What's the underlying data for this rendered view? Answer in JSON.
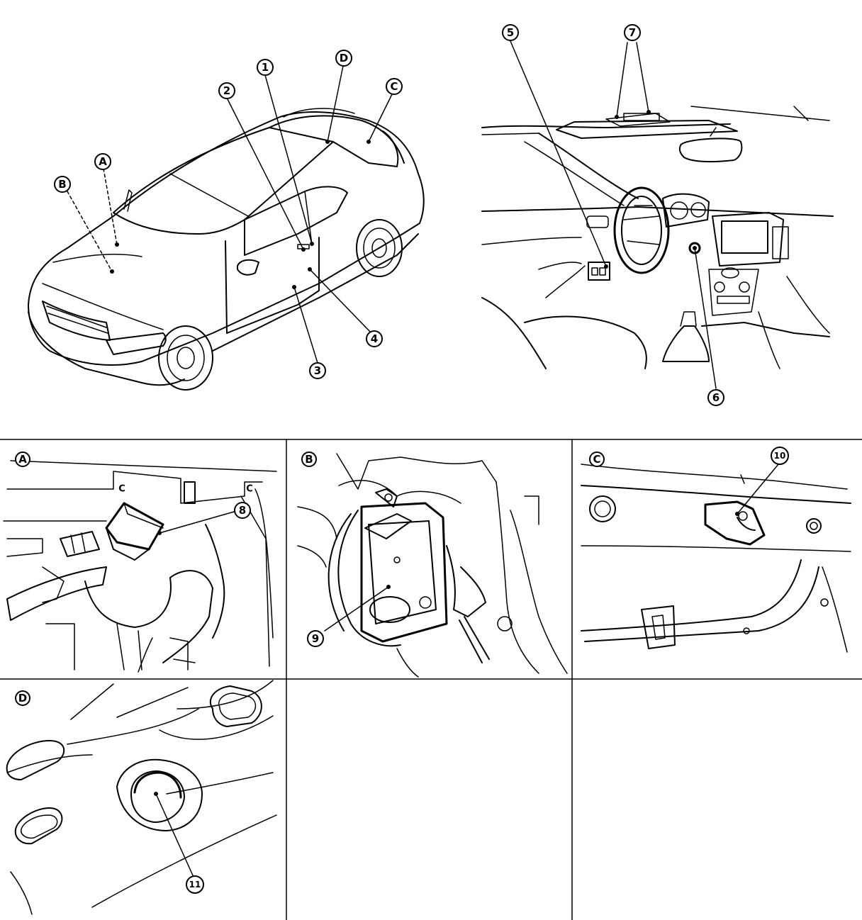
{
  "overview_callouts": {
    "c1": "1",
    "c2": "2",
    "c3": "3",
    "c4": "4",
    "c5": "5",
    "c6": "6",
    "c7": "7",
    "ca": "A",
    "cb": "B",
    "cc": "C",
    "cd": "D"
  },
  "panels": {
    "a": {
      "label": "A",
      "callout": "8"
    },
    "b": {
      "label": "B",
      "callout": "9"
    },
    "c": {
      "label": "C",
      "callout": "10"
    },
    "d": {
      "label": "D",
      "callout": "11"
    }
  }
}
